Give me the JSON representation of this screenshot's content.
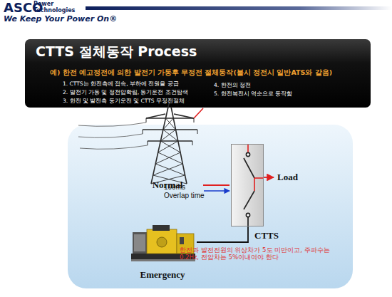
{
  "diagram": {
    "title": "CTTS 절체동작 Process",
    "nodes": [
      {
        "text": [
          "Normal"
        ]
      },
      {
        "text": [
          "CTTS"
        ]
      },
      {
        "text": [
          "Load"
        ]
      },
      {
        "text": [
          "Emergency"
        ]
      }
    ],
    "edges": [
      {
        "from": 0,
        "to": 1,
        "arrow": "none"
      },
      {
        "from": 1,
        "to": 2,
        "arrow": "to"
      },
      {
        "from": 3,
        "to": 1,
        "arrow": "none"
      }
    ],
    "labels": [
      "ASCO",
      "Power Technologies",
      "We Keep Your Power On®",
      "예) 한전 예고정전에 의한 발전기 가동후 무정전 절체동작(불시 정전시 일반ATS와 같음)",
      "1. CTTS는 한전측에 접속, 부하에 전원을 공급",
      "2. 발전기 가동 및 정전압확립, 동기운전 조건탐색",
      "3. 한전 및 발전측 동기운전 및 CTTS 무정전절체",
      "4. 한전의 정전",
      "5. 한전복전시 역순으로 동작함",
      "100ms Overlap time",
      "한전과 발전전원의 위상차가 5도 미만이고, 주파수는 0.2Hz, 전압차는 5%이내여야 한다"
    ]
  }
}
